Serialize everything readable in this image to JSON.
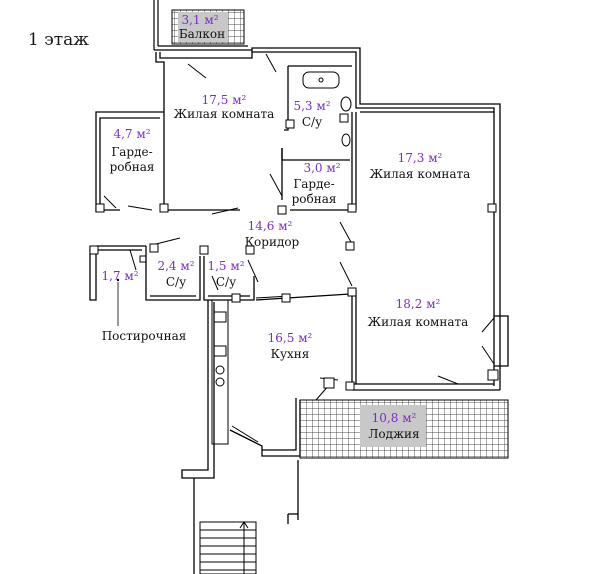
{
  "floor_title": "1 этаж",
  "rooms": [
    {
      "id": "balcony",
      "area": "3,1 м²",
      "name": "Балкон"
    },
    {
      "id": "living1",
      "area": "17,5 м²",
      "name": "Жилая комната"
    },
    {
      "id": "bath1",
      "area": "5,3 м²",
      "name": "С/у"
    },
    {
      "id": "ward1",
      "area": "4,7 м²",
      "name": "Гарде-\nробная"
    },
    {
      "id": "ward2",
      "area": "3,0 м²",
      "name": "Гарде-\nробная"
    },
    {
      "id": "living2",
      "area": "17,3 м²",
      "name": "Жилая комната"
    },
    {
      "id": "corridor",
      "area": "14,6 м²",
      "name": "Коридор"
    },
    {
      "id": "bath2",
      "area": "2,4 м²",
      "name": "С/у"
    },
    {
      "id": "bath3",
      "area": "1,5 м²",
      "name": "С/у"
    },
    {
      "id": "laundry",
      "area": "1,7 м²",
      "name": "Постирочная"
    },
    {
      "id": "kitchen",
      "area": "16,5 м²",
      "name": "Кухня"
    },
    {
      "id": "living3",
      "area": "18,2 м²",
      "name": "Жилая комната"
    },
    {
      "id": "loggia",
      "area": "10,8 м²",
      "name": "Лоджия"
    }
  ]
}
